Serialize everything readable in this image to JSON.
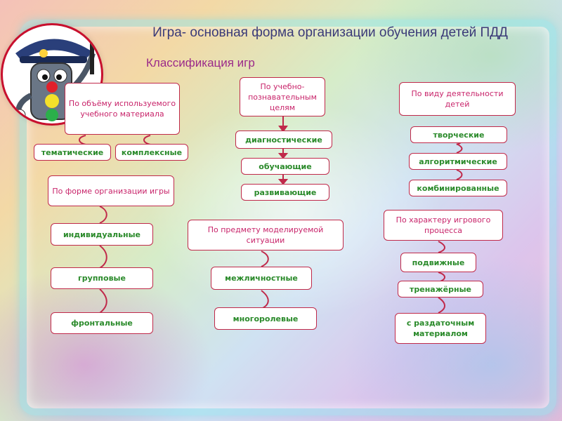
{
  "title": "Игра- основная форма организации обучения детей ПДД",
  "subtitle": "Классификация игр",
  "groups": {
    "volume": {
      "header": "По объёму используемого учебного материала",
      "items": [
        "тематические",
        "комплексные"
      ]
    },
    "educational": {
      "header": "По учебно-познавательным целям",
      "items": [
        "диагностические",
        "обучающие",
        "развивающие"
      ]
    },
    "activity": {
      "header": "По виду деятельности детей",
      "items": [
        "творческие",
        "алгоритмические",
        "комбинированные"
      ]
    },
    "form": {
      "header": "По форме организации игры",
      "items": [
        "индивидуальные",
        "групповые",
        "фронтальные"
      ]
    },
    "subject": {
      "header": "По предмету моделируемой ситуации",
      "items": [
        "межличностные",
        "многоролевые"
      ]
    },
    "character": {
      "header": "По характеру игрового процесса",
      "items": [
        "подвижные",
        "тренажёрные",
        "с раздаточным материалом"
      ]
    }
  },
  "colors": {
    "title": "#3a3a78",
    "subtitle": "#9b2a8a",
    "border": "#c0294a",
    "header_text": "#c8246a",
    "item_text": "#2a8a2a"
  },
  "icons": {
    "mascot": "traffic-light-mascot-icon"
  }
}
